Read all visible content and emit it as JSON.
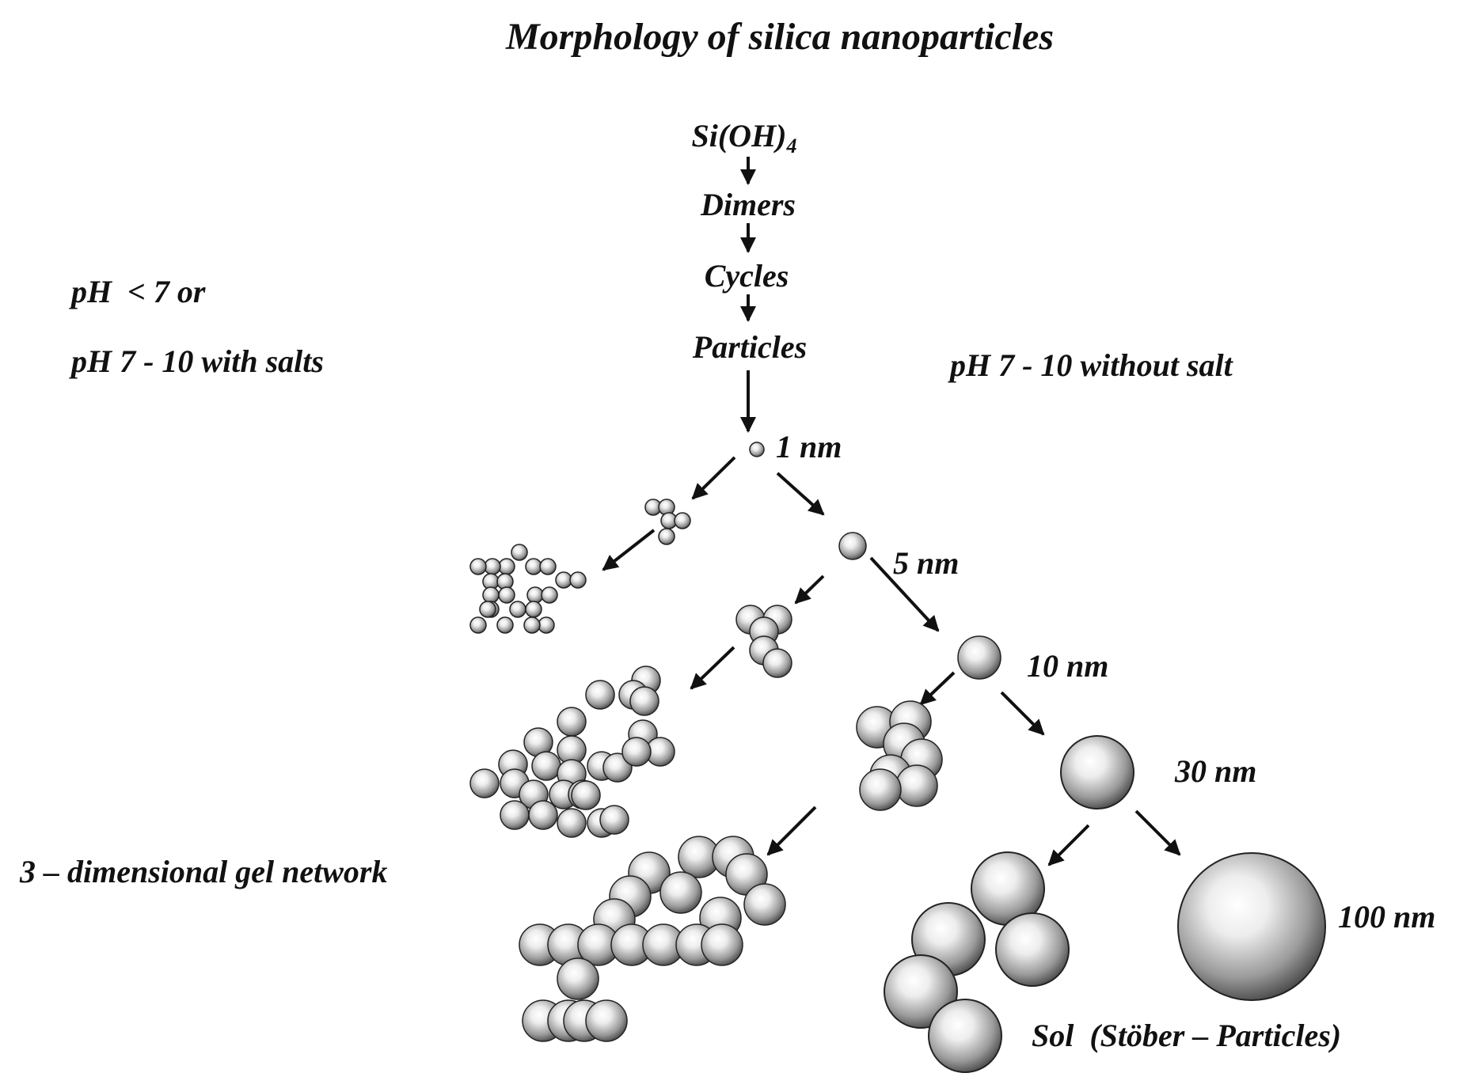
{
  "title": "Morphology of silica nanoparticles",
  "sequence": {
    "monomer": "Si(OH)",
    "monomer_subscript": "4",
    "dimers": "Dimers",
    "cycles": "Cycles",
    "particles": "Particles"
  },
  "conditions": {
    "left_line1": "pH  < 7 or",
    "left_line2": "pH 7 - 10 with salts",
    "right": "pH 7 - 10 without salt"
  },
  "sizes": {
    "s1": "1 nm",
    "s5": "5 nm",
    "s10": "10 nm",
    "s30": "30 nm",
    "s100": "100 nm"
  },
  "outcomes": {
    "gel": "3 – dimensional gel network",
    "sol": "Sol  (Stöber – Particles)"
  },
  "colors": {
    "text": "#111111",
    "arrow": "#111111",
    "sphere_highlight": "#ffffff",
    "sphere_shade": "#3a3a3a",
    "sphere_outline": "#222222"
  }
}
